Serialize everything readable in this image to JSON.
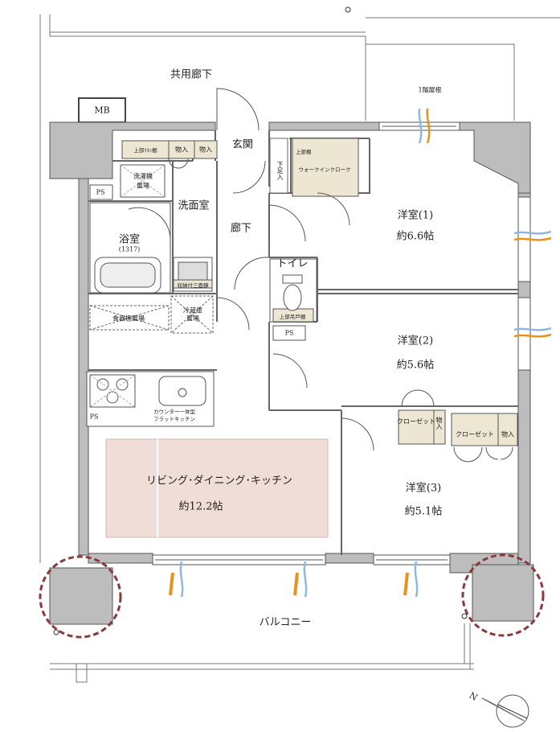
{
  "labels": {
    "corridor": "共用廊下",
    "mb": "MB",
    "roof": "1階屋根",
    "entrance": "玄関",
    "linen_upper": "上部ﾘﾈﾝ棚",
    "storage": "物入",
    "shoe": "下足入",
    "wic_upper": "上部棚",
    "wic": "ウォークインクローク",
    "washer_1": "洗濯機",
    "washer_2": "置場",
    "ps": "PS",
    "washroom": "洗面室",
    "hallway": "廊下",
    "bath": "浴室",
    "bath_size": "(1317)",
    "toilet": "トイレ",
    "toilet_shelf": "上部吊戸棚",
    "storage_shelf": "収納付三面鏡",
    "fridge_1": "冷蔵庫",
    "fridge_2": "置場",
    "dish": "食器棚置場",
    "kitchen_1": "カウンター一体型",
    "kitchen_2": "フラットキッチン",
    "ldk": "リビング･ダイニング･キッチン",
    "ldk_size": "約12.2帖",
    "room1": "洋室(1)",
    "room1_size": "約6.6帖",
    "room2": "洋室(2)",
    "room2_size": "約5.6帖",
    "room3": "洋室(3)",
    "room3_size": "約5.1帖",
    "closet": "クローゼット",
    "balcony": "バルコニー",
    "north": "N"
  },
  "colors": {
    "wall": "#bdbdbd",
    "wall_edge": "#666666",
    "ldk_fill": "#f0ddd8",
    "wic_fill": "#ede6d3",
    "column_ring": "#8b3a3a",
    "air_blue": "#8fb8dc",
    "air_orange": "#e8921e"
  }
}
